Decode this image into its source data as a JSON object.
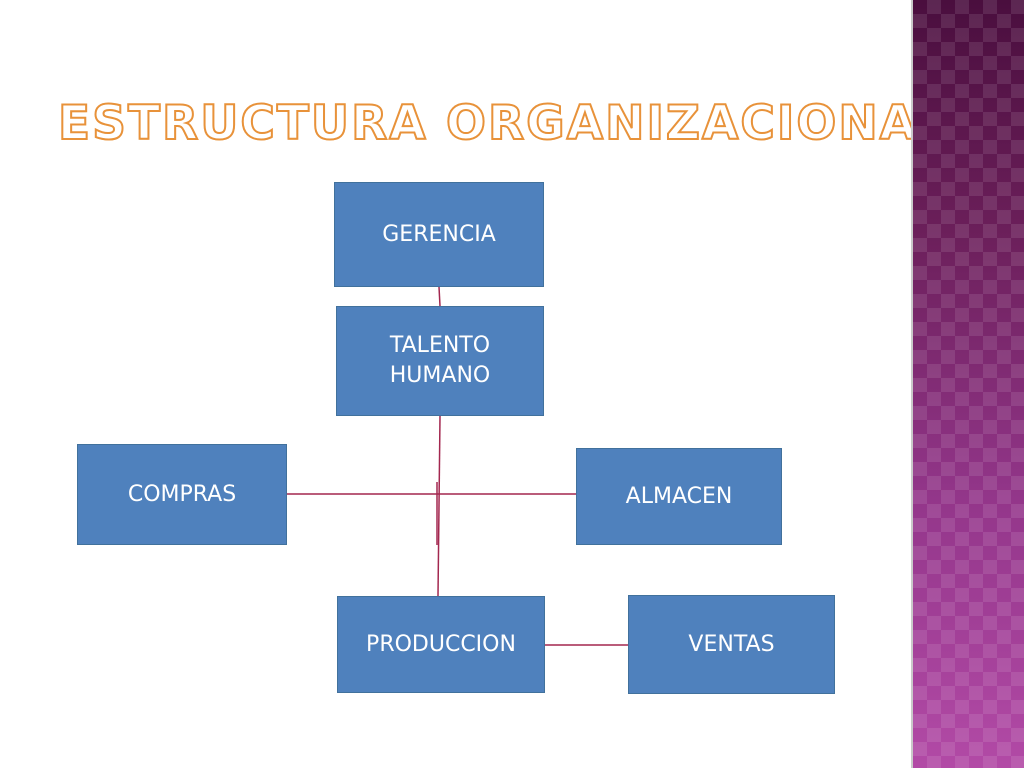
{
  "slide": {
    "title": "ESTRUCTURA ORGANIZACIONAL"
  },
  "org_chart": {
    "nodes": {
      "gerencia": "GERENCIA",
      "talento_humano": "TALENTO\nHUMANO",
      "compras": "COMPRAS",
      "almacen": "ALMACEN",
      "produccion": "PRODUCCION",
      "ventas": "VENTAS"
    }
  },
  "colors": {
    "box_fill": "#4f81bd",
    "connector": "#a3274f",
    "title_outline": "#e8923a",
    "side_band": "#8a2e79"
  }
}
